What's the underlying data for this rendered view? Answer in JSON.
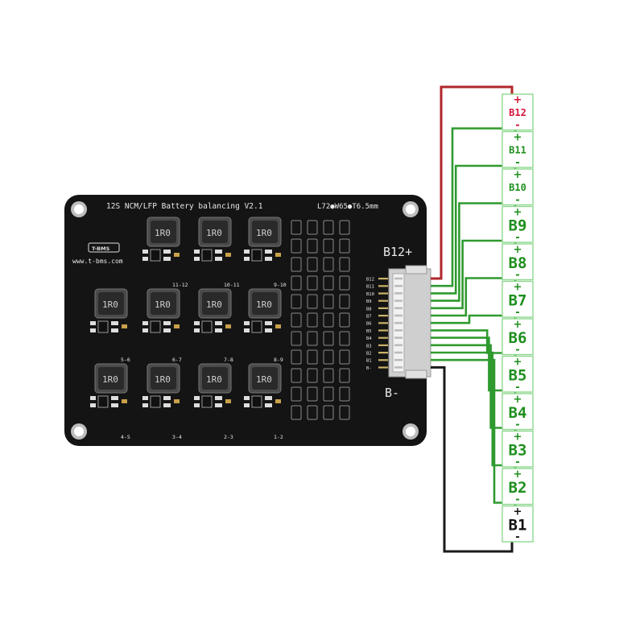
{
  "board": {
    "title": "12S NCM/LFP Battery balancing V2.1",
    "dimensions": "L72●W65●T6.5mm",
    "website": "www.t-bms.com",
    "logo_text": "T-BMS",
    "connector_top_label": "B12+",
    "connector_bottom_label": "B-",
    "inductor_marking": "1R0",
    "pin_labels": [
      "B12",
      "B11",
      "B10",
      "B9",
      "B8",
      "B7",
      "B6",
      "B5",
      "B4",
      "B3",
      "B2",
      "B1",
      "B-"
    ],
    "row_labels": {
      "row1": [
        "11-12",
        "10-11",
        "9-10"
      ],
      "row2": [
        "5-6",
        "6-7",
        "7-8",
        "8-9"
      ],
      "row3": [
        "4-5",
        "3-4",
        "2-3",
        "1-2"
      ]
    }
  },
  "cells": [
    {
      "label": "B12",
      "plus": "+",
      "minus": "-",
      "color": "#d4153a"
    },
    {
      "label": "B11",
      "plus": "+",
      "minus": "-",
      "color": "#1e8f1e"
    },
    {
      "label": "B10",
      "plus": "+",
      "minus": "-",
      "color": "#1e8f1e"
    },
    {
      "label": "B9",
      "plus": "+",
      "minus": "-",
      "color": "#1e8f1e"
    },
    {
      "label": "B8",
      "plus": "+",
      "minus": "-",
      "color": "#1e8f1e"
    },
    {
      "label": "B7",
      "plus": "+",
      "minus": "-",
      "color": "#1e8f1e"
    },
    {
      "label": "B6",
      "plus": "+",
      "minus": "-",
      "color": "#1e8f1e"
    },
    {
      "label": "B5",
      "plus": "+",
      "minus": "-",
      "color": "#1e8f1e"
    },
    {
      "label": "B4",
      "plus": "+",
      "minus": "-",
      "color": "#1e8f1e"
    },
    {
      "label": "B3",
      "plus": "+",
      "minus": "-",
      "color": "#1e8f1e"
    },
    {
      "label": "B2",
      "plus": "+",
      "minus": "-",
      "color": "#1e8f1e"
    },
    {
      "label": "B1",
      "plus": "+",
      "minus": "-",
      "color": "#111111"
    }
  ],
  "colors": {
    "board": "#141414",
    "positive_wire": "#b0262a",
    "balance_wire": "#2f9a2f",
    "negative_wire": "#1a1a1a",
    "cell_border": "#8fd88f"
  }
}
